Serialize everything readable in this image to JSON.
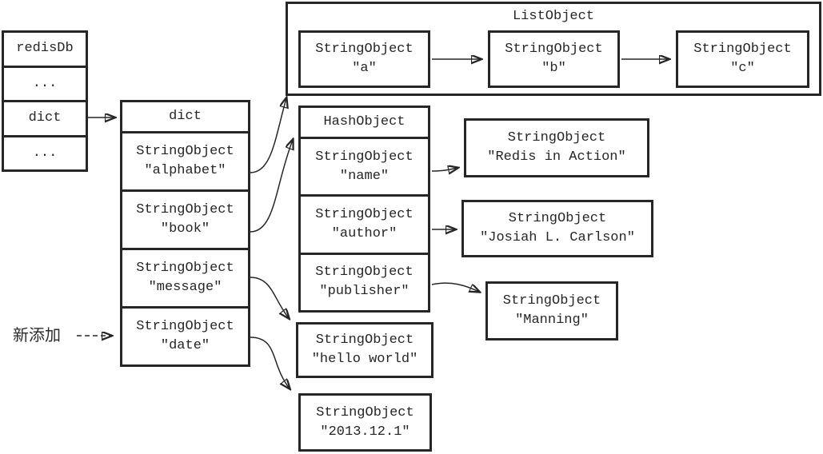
{
  "redis_db_table": {
    "rows": [
      {
        "label": "redisDb"
      },
      {
        "label": "..."
      },
      {
        "label": "dict"
      },
      {
        "label": "..."
      }
    ]
  },
  "dict_table": {
    "header": "dict",
    "rows": [
      {
        "type": "StringObject",
        "value": "\"alphabet\""
      },
      {
        "type": "StringObject",
        "value": "\"book\""
      },
      {
        "type": "StringObject",
        "value": "\"message\""
      },
      {
        "type": "StringObject",
        "value": "\"date\""
      }
    ]
  },
  "list_object": {
    "title": "ListObject",
    "items": [
      {
        "type": "StringObject",
        "value": "\"a\""
      },
      {
        "type": "StringObject",
        "value": "\"b\""
      },
      {
        "type": "StringObject",
        "value": "\"c\""
      }
    ]
  },
  "hash_object": {
    "header": "HashObject",
    "rows": [
      {
        "type": "StringObject",
        "value": "\"name\""
      },
      {
        "type": "StringObject",
        "value": "\"author\""
      },
      {
        "type": "StringObject",
        "value": "\"publisher\""
      }
    ]
  },
  "value_boxes": {
    "name_value": {
      "type": "StringObject",
      "value": "\"Redis in Action\""
    },
    "author_value": {
      "type": "StringObject",
      "value": "\"Josiah L. Carlson\""
    },
    "publisher_value": {
      "type": "StringObject",
      "value": "\"Manning\""
    },
    "message_value": {
      "type": "StringObject",
      "value": "\"hello world\""
    },
    "date_value": {
      "type": "StringObject",
      "value": "\"2013.12.1\""
    }
  },
  "annotations": {
    "new_added_label": "新添加"
  },
  "colors": {
    "line": "#262626",
    "background": "#ffffff"
  }
}
